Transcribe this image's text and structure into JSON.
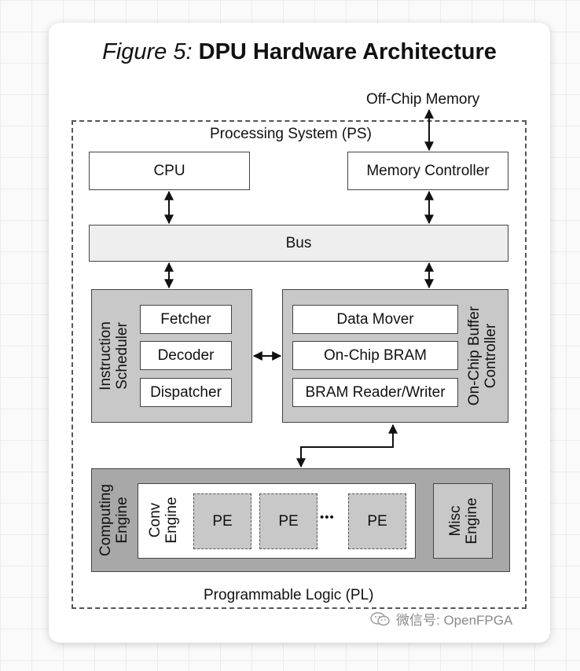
{
  "figure": {
    "title_prefix": "Figure 5:",
    "title_main": "DPU Hardware Architecture"
  },
  "labels": {
    "off_chip_memory": "Off-Chip Memory",
    "processing_system": "Processing System (PS)",
    "programmable_logic": "Programmable Logic (PL)"
  },
  "blocks": {
    "cpu": "CPU",
    "memory_controller": "Memory Controller",
    "bus": "Bus",
    "instruction_scheduler": "Instruction Scheduler",
    "fetcher": "Fetcher",
    "decoder": "Decoder",
    "dispatcher": "Dispatcher",
    "data_mover": "Data Mover",
    "on_chip_bram": "On-Chip BRAM",
    "bram_reader_writer": "BRAM Reader/Writer",
    "on_chip_buffer_controller": "On-Chip Buffer Controller",
    "computing_engine": "Computing Engine",
    "conv_engine": "Conv Engine",
    "pe_1": "PE",
    "pe_2": "PE",
    "pe_3": "PE",
    "ellipsis": "•••",
    "misc_engine": "Misc Engine"
  },
  "watermark": {
    "text": "微信号: OpenFPGA",
    "icon": "wechat-icon"
  }
}
